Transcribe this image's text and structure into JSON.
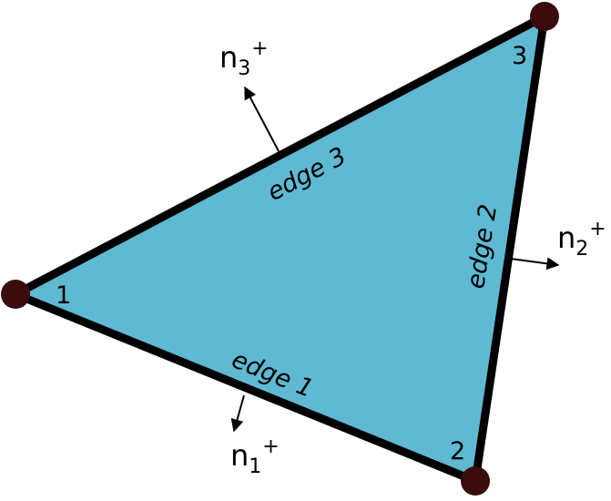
{
  "colors": {
    "fill": "#5fb9d3",
    "outline": "#000000",
    "vertex": "#3a0c0c",
    "arrow": "#000000"
  },
  "vertices": [
    {
      "id": "1",
      "label": "1"
    },
    {
      "id": "2",
      "label": "2"
    },
    {
      "id": "3",
      "label": "3"
    }
  ],
  "edges": [
    {
      "id": "1",
      "label": "edge 1"
    },
    {
      "id": "2",
      "label": "edge 2"
    },
    {
      "id": "3",
      "label": "edge 3"
    }
  ],
  "normals": [
    {
      "id": "1",
      "base": "n",
      "sub": "1",
      "sup": "+"
    },
    {
      "id": "2",
      "base": "n",
      "sub": "2",
      "sup": "+"
    },
    {
      "id": "3",
      "base": "n",
      "sub": "3",
      "sup": "+"
    }
  ]
}
